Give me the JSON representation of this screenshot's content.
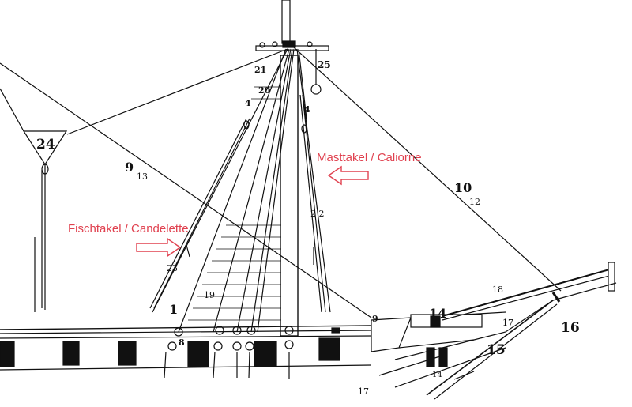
{
  "annotations": {
    "masttakel": "Masttakel / Caliorne",
    "fischtakel": "Fischtakel / Candelette"
  },
  "labels": {
    "n24": "24",
    "n25": "25",
    "n21": "21",
    "n20": "20",
    "n4_left": "4",
    "n4_right": "4",
    "n9_top": "9",
    "n13": "13",
    "n10": "10",
    "n12": "12",
    "n22": "2 2",
    "n23": "23",
    "n19": "19",
    "n1": "1",
    "n8": "8",
    "n9_bottom": "9",
    "n14_top": "14",
    "n14_bottom": "14",
    "n15": "15",
    "n16": "16",
    "n17_right": "17",
    "n17_bottom": "17",
    "n18": "18"
  },
  "colors": {
    "ink": "#111111",
    "annotation": "#e0414f"
  },
  "icons": {
    "arrow_right": "hollow-arrow-right",
    "arrow_left": "hollow-arrow-left"
  }
}
